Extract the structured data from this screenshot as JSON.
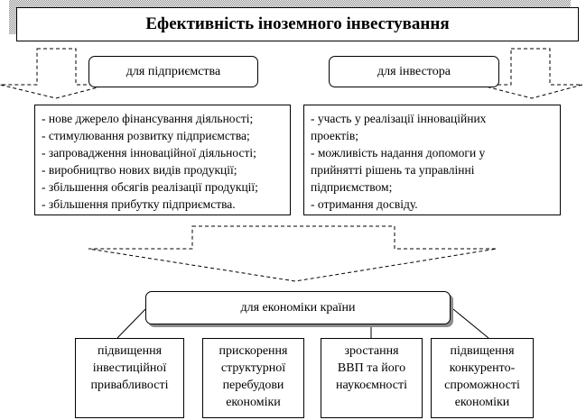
{
  "title": "Ефективність іноземного інвестування",
  "branches": {
    "enterprise": {
      "label": "для підприємства",
      "items": [
        "- нове джерело фінансування діяльності;",
        "- стимулювання розвитку підприємства;",
        "- запровадження інноваційної діяльності;",
        "- виробництво нових видів продукції;",
        "- збільшення обсягів реалізації продукції;",
        "- збільшення прибутку підприємства."
      ]
    },
    "investor": {
      "label": "для інвестора",
      "items": [
        "- участь у реалізації інноваційних проектів;",
        "- можливість надання допомоги у прийнятті рішень та управлінні підприємством;",
        "- отримання досвіду."
      ]
    }
  },
  "economy": {
    "label": "для економіки країни",
    "effects": [
      [
        "підвищення",
        "інвестиційної",
        "привабливості"
      ],
      [
        "прискорення",
        "структурної",
        "перебудови",
        "економіки"
      ],
      [
        "зростання",
        "ВВП та його",
        "наукоємності"
      ],
      [
        "підвищення",
        "конкуренто-",
        "спроможності",
        "економіки"
      ]
    ]
  },
  "colors": {
    "stroke": "#000000",
    "shadow": "#8c8c8c",
    "background": "#ffffff"
  }
}
